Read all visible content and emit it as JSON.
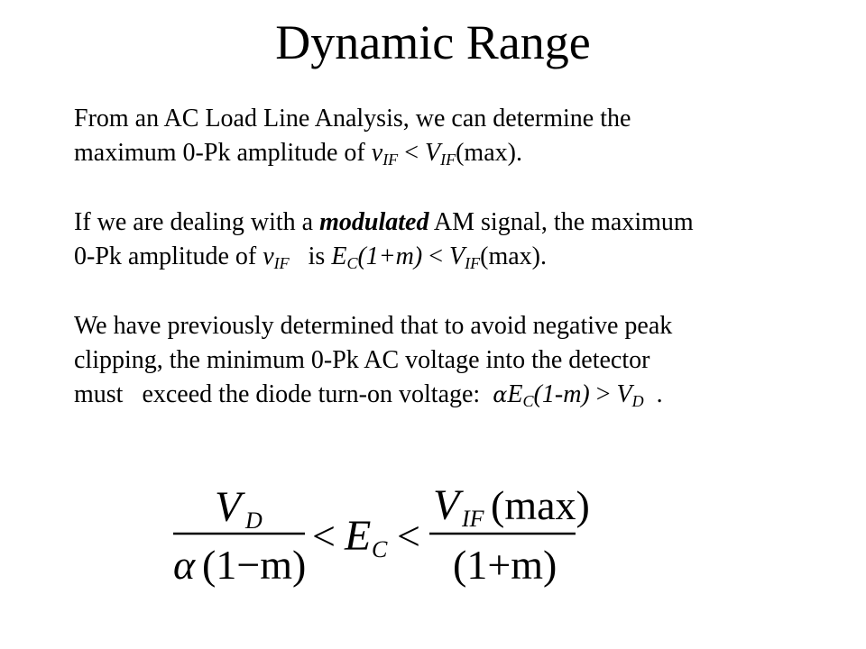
{
  "title": "Dynamic Range",
  "p1": {
    "l1": "From an AC Load Line Analysis,  we can determine the",
    "l2a": "maximum  0-Pk amplitude of ",
    "v": "v",
    "if_sub": "IF",
    "lt": " < ",
    "V": "V",
    "if_sub2": "IF",
    "l2b": "(max)."
  },
  "p2": {
    "l1a": "If we are dealing with a ",
    "modulated": "modulated",
    "l1b": " AM signal,  the maximum",
    "l2a": "0-Pk amplitude  of ",
    "v": "v",
    "if_sub": "IF",
    "is": "   is ",
    "E": "E",
    "c_sub": "C",
    "expr": "(1+m)",
    "lt": " < ",
    "V": "V",
    "if_sub2": "IF",
    "l2b": "(max)."
  },
  "p3": {
    "l1": "We have previously  determined that to avoid negative  peak",
    "l2": "clipping, the minimum  0-Pk AC voltage into the detector",
    "l3a": "must   exceed the diode turn-on voltage:  ",
    "alpha": "α",
    "E": "E",
    "c_sub": "C",
    "expr": "(1-m)",
    "gt": " > ",
    "V": "V",
    "d_sub": "D",
    "end": "  ."
  },
  "formula": {
    "num1_V": "V",
    "num1_sub": "D",
    "den1_alpha": "α",
    "den1_expr": "(1−m)",
    "lt1": "<",
    "E": "E",
    "E_sub": "C",
    "lt2": "<",
    "num2_V": "V",
    "num2_sub": "IF",
    "num2_max": "(max)",
    "den2_expr": "(1+m)"
  }
}
